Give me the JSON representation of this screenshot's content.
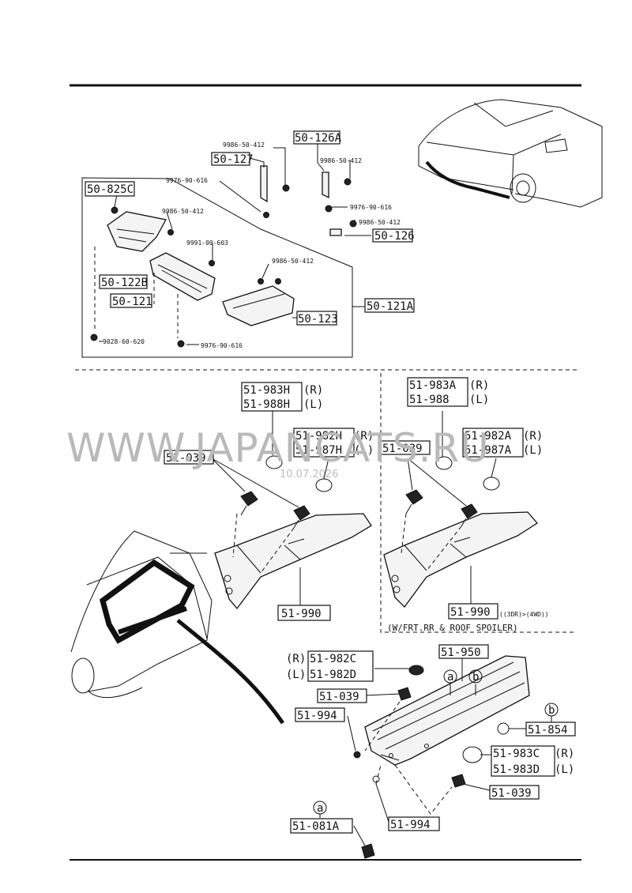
{
  "watermark": {
    "text": "WWW.JAPANCATS.RU",
    "date": "10.07.2026"
  },
  "top_section": {
    "labels": {
      "l_50_825C": "50-825C",
      "l_9986_a": "9986-50-412",
      "l_50_127": "50-127",
      "l_9976_a": "9976-90-616",
      "l_50_126A": "50-126A",
      "l_9986_b": "9986-50-412",
      "l_9976_b": "9976-90-616",
      "l_9986_c": "9986-50-412",
      "l_50_126": "50-126",
      "l_9986_d": "9986-50-412",
      "l_9991": "9991-00-603",
      "l_9986_e": "9986-50-412",
      "l_50_122B": "50-122B",
      "l_50_121": "50-121",
      "l_50_123": "50-123",
      "l_50_121A": "50-121A",
      "l_9028": "9028-60-620",
      "l_9976_c": "9976-90-616"
    }
  },
  "middle_left": {
    "labels": {
      "l_983H": "51-983H",
      "l_983H_side": "(R)",
      "l_988H": "51-988H",
      "l_988H_side": "(L)",
      "l_982H": "51-982H",
      "l_982H_side": "(R)",
      "l_987H": "51-987H",
      "l_987H_side": "(L)",
      "l_039": "51-039",
      "l_990": "51-990"
    }
  },
  "middle_right": {
    "labels": {
      "l_983A": "51-983A",
      "l_983A_side": "(R)",
      "l_988": "51-988",
      "l_988_side": "(L)",
      "l_982A": "51-982A",
      "l_982A_side": "(R)",
      "l_987A": "51-987A",
      "l_987A_side": "(L)",
      "l_039": "51-039",
      "l_990": "51-990",
      "l_990_note": "((3DR)>(4WD))",
      "l_caption": "(W/FRT.RR & ROOF SPOILER)"
    }
  },
  "bottom_section": {
    "labels": {
      "l_982C_side": "(R)",
      "l_982C": "51-982C",
      "l_982D_side": "(L)",
      "l_982D": "51-982D",
      "l_950": "51-950",
      "l_a1": "a",
      "l_b1": "b",
      "l_039_a": "51-039",
      "l_994_a": "51-994",
      "l_b2": "b",
      "l_854": "51-854",
      "l_983C": "51-983C",
      "l_983C_side": "(R)",
      "l_983D": "51-983D",
      "l_983D_side": "(L)",
      "l_039_b": "51-039",
      "l_a2": "a",
      "l_081A": "51-081A",
      "l_994_b": "51-994"
    }
  }
}
